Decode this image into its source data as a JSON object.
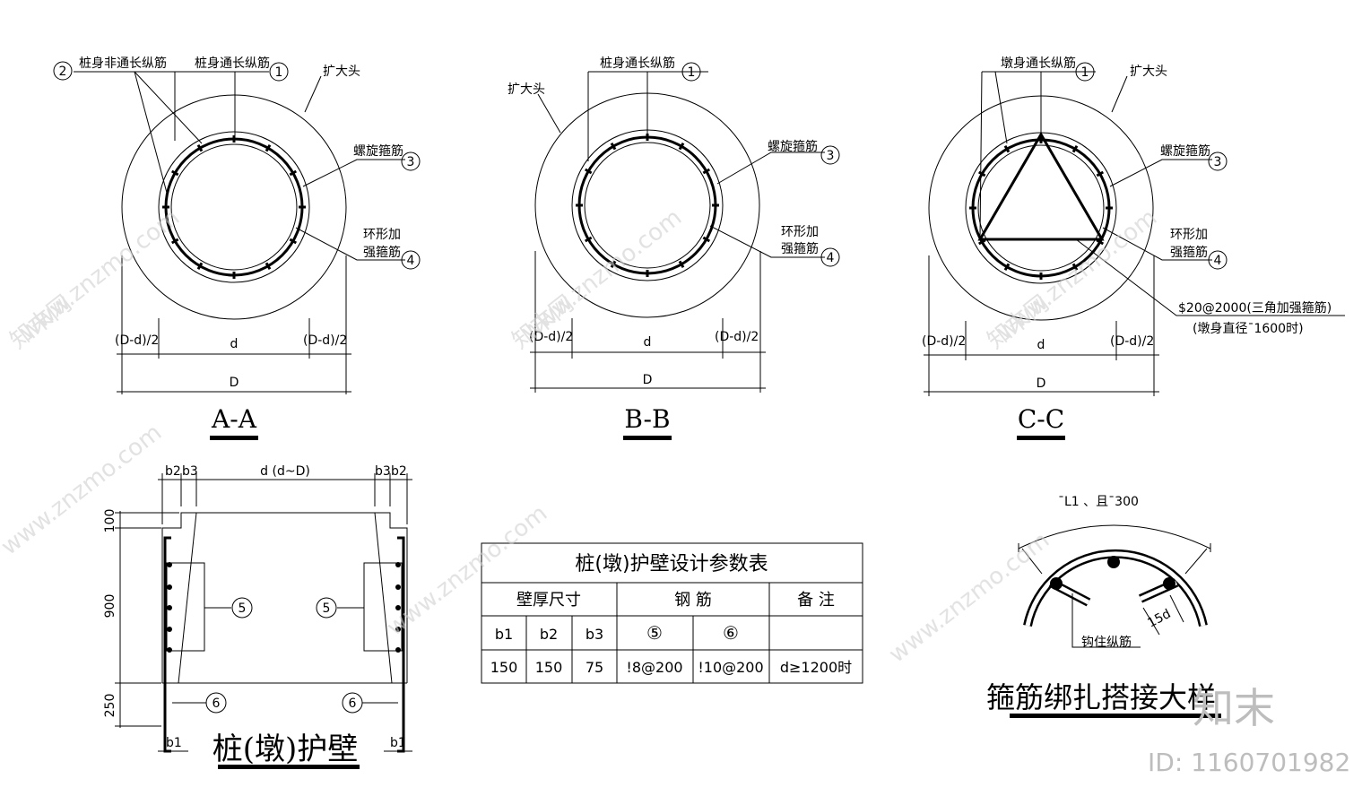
{
  "sections": [
    {
      "title": "A-A",
      "labels": {
        "non_through": "桩身非通长纵筋",
        "through": "桩身通长纵筋",
        "enlarged": "扩大头",
        "spiral": "螺旋箍筋",
        "ring_a": "环形加",
        "ring_b": "强箍筋"
      },
      "dims": {
        "left": "(D-d)/2",
        "mid": "d",
        "right": "(D-d)/2",
        "total": "D"
      },
      "nums": [
        "2",
        "1",
        "3",
        "4"
      ]
    },
    {
      "title": "B-B",
      "labels": {
        "through": "桩身通长纵筋",
        "enlarged": "扩大头",
        "spiral": "螺旋箍筋",
        "ring_a": "环形加",
        "ring_b": "强箍筋"
      },
      "dims": {
        "left": "(D-d)/2",
        "mid": "d",
        "right": "(D-d)/2",
        "total": "D"
      },
      "nums": [
        "1",
        "3",
        "4"
      ]
    },
    {
      "title": "C-C",
      "labels": {
        "through": "墩身通长纵筋",
        "enlarged": "扩大头",
        "spiral": "螺旋箍筋",
        "ring_a": "环形加",
        "ring_b": "强箍筋",
        "tri": "$20@2000(三角加强箍筋)",
        "tri_note": "(墩身直径¯1600时)"
      },
      "dims": {
        "left": "(D-d)/2",
        "mid": "d",
        "right": "(D-d)/2",
        "total": "D"
      },
      "nums": [
        "1",
        "3",
        "4"
      ]
    }
  ],
  "wall": {
    "title": "桩(墩)护壁",
    "top_dims": {
      "b2": "b2",
      "b3": "b3",
      "d": "d (d~D)"
    },
    "left_dims": {
      "h1": "100",
      "h2": "900",
      "h3": "250"
    },
    "bottom": {
      "b1": "b1"
    },
    "callouts": {
      "five": "5",
      "six": "6"
    }
  },
  "table": {
    "title": "桩(墩)护壁设计参数表",
    "groups": [
      "壁厚尺寸",
      "钢  筋",
      "备  注"
    ],
    "subheads": [
      "b1",
      "b2",
      "b3",
      "⑤",
      "⑥",
      ""
    ],
    "row": [
      "150",
      "150",
      "75",
      "!8@200",
      "!10@200",
      "d≥1200时"
    ]
  },
  "hoop": {
    "title": "箍筋绑扎搭接大样",
    "lap": "¯L1  、且¯300",
    "hook": "钩住纵筋",
    "len": "15d"
  },
  "watermark": {
    "site": "www.znzmo.com",
    "brand": "知末网",
    "logo": "知末",
    "id": "ID: 1160701982"
  }
}
